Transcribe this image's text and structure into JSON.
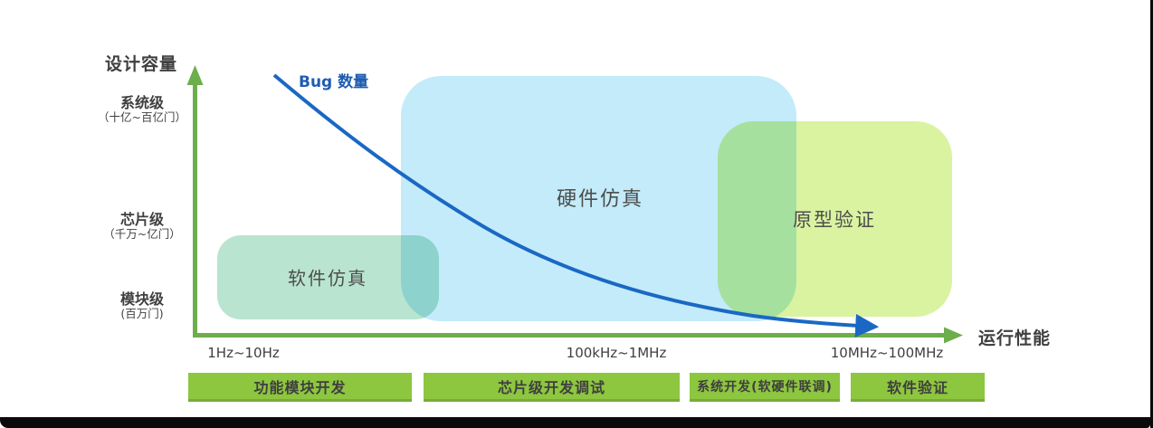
{
  "axes": {
    "y_label": "设计容量",
    "x_label": "运行性能",
    "y_ticks": [
      {
        "label": "系统级",
        "sub": "（十亿~百亿门）"
      },
      {
        "label": "芯片级",
        "sub": "（千万~亿门）"
      },
      {
        "label": "模块级",
        "sub": "(百万门)"
      }
    ],
    "x_ticks": [
      "1Hz~10Hz",
      "100kHz~1MHz",
      "10MHz~100MHz"
    ]
  },
  "curve": {
    "label": "Bug 数量",
    "color": "#1a68c4",
    "label_color": "#1f5cb0"
  },
  "regions": [
    {
      "id": "software-simulation",
      "label": "软件仿真",
      "color": "#b9e4d0"
    },
    {
      "id": "hardware-emulation",
      "label": "硬件仿真",
      "color": "#c3ebfa"
    },
    {
      "id": "prototype-verification",
      "label": "原型验证",
      "color": "#d9f3a1"
    }
  ],
  "phases": [
    "功能模块开发",
    "芯片级开发调试",
    "系统开发(软硬件联调)",
    "软件验证"
  ],
  "colors": {
    "axis_green": "#6cae4b",
    "bar_green": "#8dc63f",
    "bar_green_dark": "#79ab3b",
    "text_dark": "#3f3f3f",
    "frame_black": "#0a0a0a"
  }
}
